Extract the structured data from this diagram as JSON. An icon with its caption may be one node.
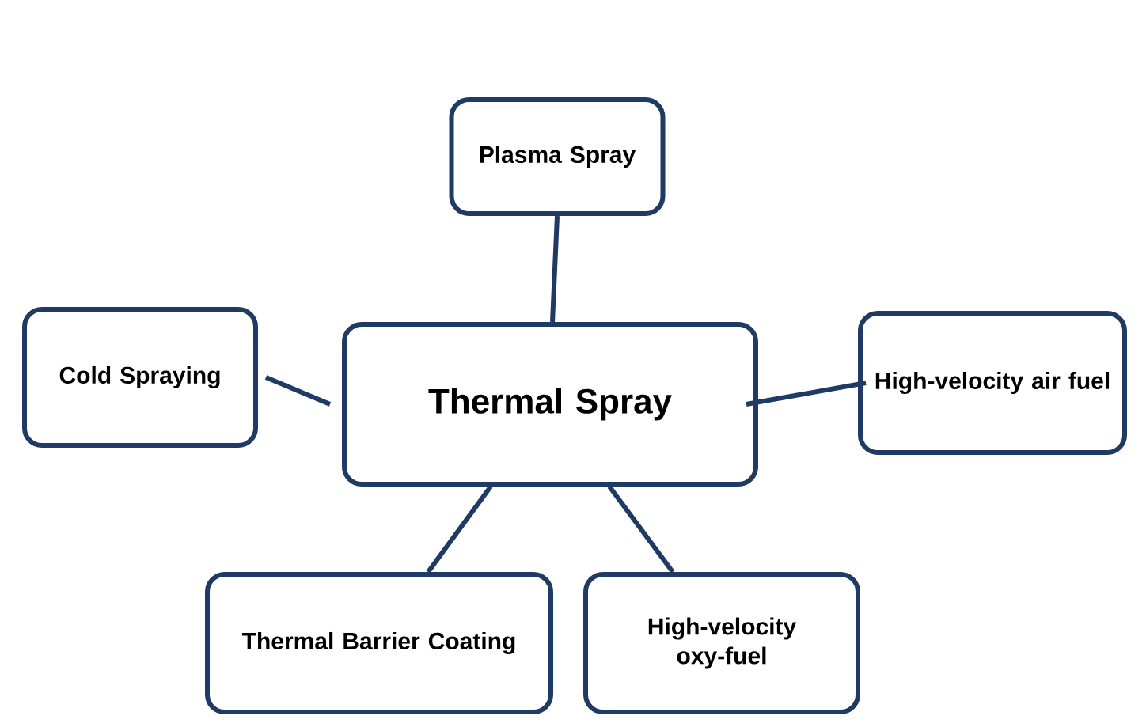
{
  "diagram": {
    "nodes": [
      {
        "text": [
          "Thermal Spray"
        ]
      },
      {
        "text": [
          "Plasma Spray"
        ]
      },
      {
        "text": [
          "Cold Spraying"
        ]
      },
      {
        "text": [
          "High-velocity air fuel"
        ]
      },
      {
        "text": [
          "Thermal Barrier Coating"
        ]
      },
      {
        "text": [
          "High-velocity oxy-fuel"
        ]
      }
    ],
    "edges": [
      {
        "from": 0,
        "to": 1,
        "arrow": "none"
      },
      {
        "from": 0,
        "to": 2,
        "arrow": "none"
      },
      {
        "from": 0,
        "to": 3,
        "arrow": "none"
      },
      {
        "from": 0,
        "to": 4,
        "arrow": "none"
      },
      {
        "from": 0,
        "to": 5,
        "arrow": "none"
      }
    ]
  }
}
